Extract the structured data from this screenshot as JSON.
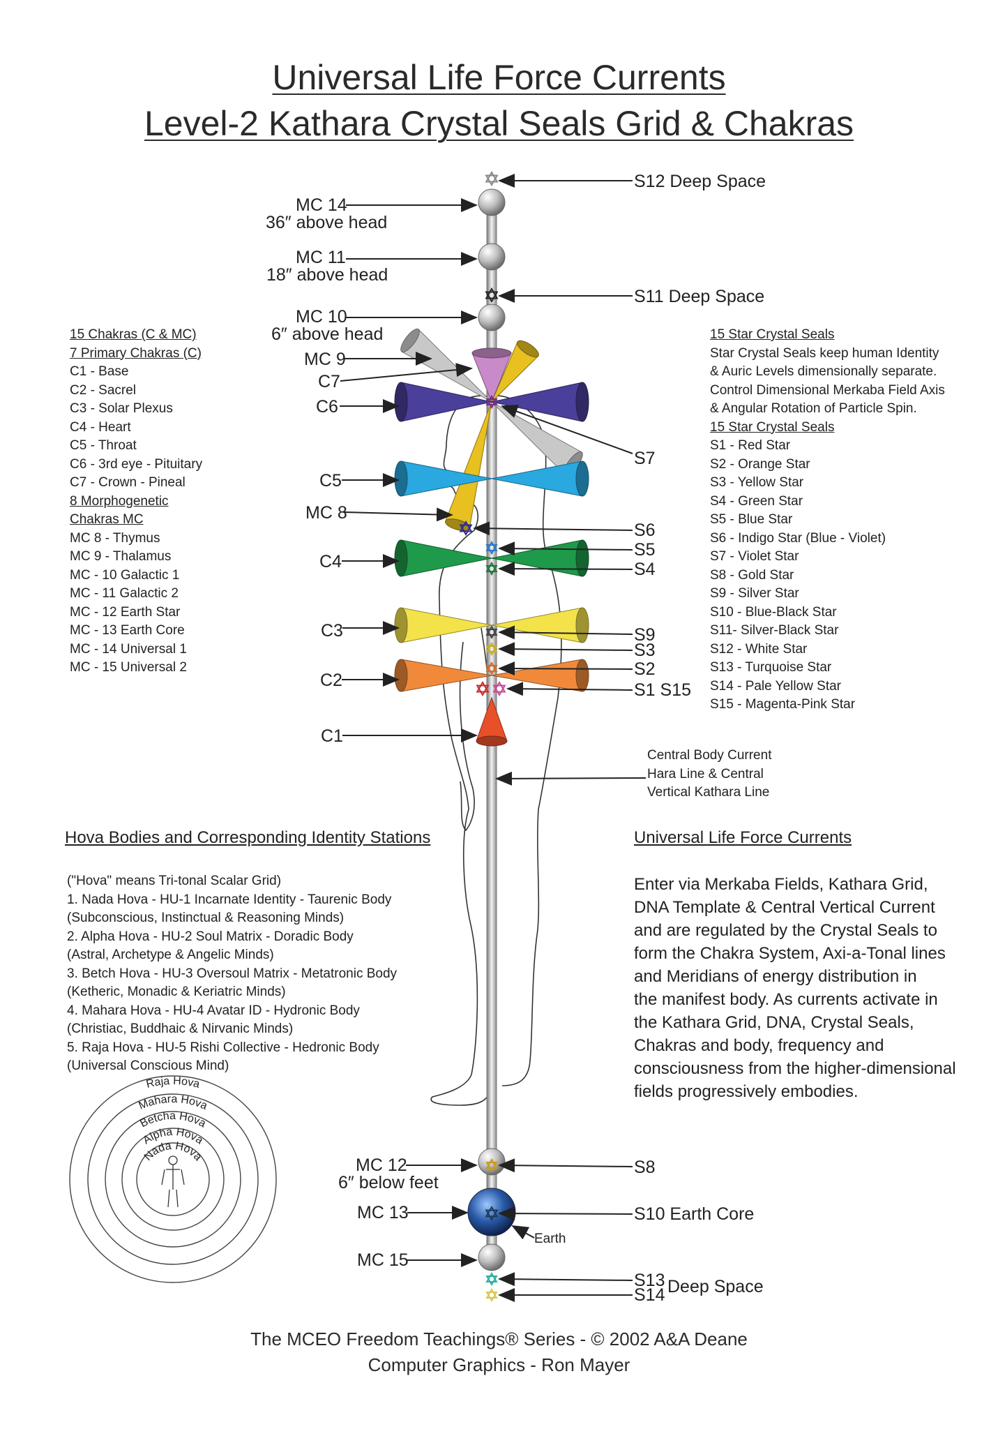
{
  "title_line1": "Universal Life Force Currents",
  "title_line2": "Level-2 Kathara Crystal Seals Grid & Chakras",
  "left_list": {
    "heading1": "15 Chakras (C & MC)",
    "heading2": "7 Primary Chakras (C)",
    "primary": [
      "C1 - Base",
      "C2 - Sacrel",
      "C3 - Solar Plexus",
      "C4 - Heart",
      "C5 - Throat",
      "C6 - 3rd eye - Pituitary",
      "C7 - Crown - Pineal"
    ],
    "heading3a": "8 Morphogenetic",
    "heading3b": "Chakras MC",
    "morpho": [
      "MC 8 - Thymus",
      "MC 9 - Thalamus",
      "MC - 10 Galactic 1",
      "MC - 11 Galactic 2",
      "MC - 12 Earth Star",
      "MC - 13 Earth Core",
      "MC - 14 Universal 1",
      "MC - 15 Universal 2"
    ]
  },
  "right_list": {
    "heading1": "15 Star Crystal Seals",
    "description": [
      "Star Crystal Seals keep human Identity",
      "& Auric Levels dimensionally separate.",
      "Control Dimensional Merkaba Field Axis",
      "& Angular Rotation of Particle Spin."
    ],
    "heading2": "15 Star Crystal Seals",
    "seals": [
      "S1 - Red Star",
      "S2 - Orange Star",
      "S3 - Yellow Star",
      "S4 - Green Star",
      "S5 - Blue Star",
      "S6 - Indigo Star (Blue - Violet)",
      "S7 - Violet Star",
      "S8 - Gold Star",
      "S9 - Silver Star",
      "S10 - Blue-Black Star",
      "S11- Silver-Black Star",
      "S12 - White Star",
      "S13 - Turquoise Star",
      "S14 - Pale Yellow Star",
      "S15 - Magenta-Pink Star"
    ]
  },
  "central_current": [
    "Central Body Current",
    "Hara Line & Central",
    "Vertical Kathara Line"
  ],
  "hova": {
    "heading": "Hova Bodies and Corresponding Identity Stations",
    "lines": [
      "(\"Hova\" means Tri-tonal Scalar Grid)",
      "1.  Nada Hova - HU-1 Incarnate Identity - Taurenic Body",
      "(Subconscious, Instinctual & Reasoning Minds)",
      "2.  Alpha Hova - HU-2 Soul Matrix - Doradic Body",
      "(Astral, Archetype & Angelic Minds)",
      "3.  Betch Hova - HU-3 Oversoul Matrix - Metatronic Body",
      "(Ketheric, Monadic & Keriatric Minds)",
      "4.  Mahara Hova - HU-4 Avatar ID - Hydronic Body",
      "(Christiac, Buddhaic & Nirvanic Minds)",
      "5.  Raja Hova - HU-5 Rishi Collective - Hedronic Body",
      "(Universal Conscious Mind)"
    ],
    "rings": [
      "Raja Hova",
      "Mahara Hova",
      "Betcha Hova",
      "Alpha Hova",
      "Nada Hova"
    ]
  },
  "ulf": {
    "heading": "Universal Life Force Currents",
    "lines": [
      "Enter via Merkaba Fields, Kathara Grid,",
      "DNA Template & Central Vertical Current",
      "and are regulated by the Crystal Seals to",
      "form the Chakra System, Axi-a-Tonal lines",
      "and Meridians of energy distribution in",
      "the manifest body. As currents activate in",
      "the Kathara Grid, DNA, Crystal Seals,",
      "Chakras and body, frequency and",
      "consciousness from the higher-dimensional",
      "fields progressively embodies."
    ]
  },
  "labels_left": {
    "mc14": "MC 14",
    "mc14_sub": "36″ above head",
    "mc11": "MC 11",
    "mc11_sub": "18″ above head",
    "mc10": "MC 10",
    "mc10_sub": "6″ above head",
    "mc9": "MC 9",
    "c7": "C7",
    "c6": "C6",
    "c5": "C5",
    "mc8": "MC 8",
    "c4": "C4",
    "c3": "C3",
    "c2": "C2",
    "c1": "C1",
    "mc12": "MC 12",
    "mc12_sub": "6″ below feet",
    "mc13": "MC 13",
    "mc15": "MC 15"
  },
  "labels_right": {
    "s12": "S12 Deep Space",
    "s11": "S11 Deep Space",
    "s7": "S7",
    "s6": "S6",
    "s5": "S5",
    "s4": "S4",
    "s9": "S9",
    "s3": "S3",
    "s2": "S2",
    "s1s15": "S1 S15",
    "s8": "S8",
    "s10": "S10 Earth Core",
    "earth": "Earth",
    "s13": "S13",
    "s14": "S14",
    "deep_space": "Deep Space"
  },
  "credits": [
    "The MCEO Freedom Teachings®  Series - © 2002 A&A Deane",
    "Computer Graphics - Ron Mayer"
  ],
  "colors": {
    "c1": "#e8502a",
    "c2": "#f08a3a",
    "c3": "#f3e24a",
    "c4": "#1e9a4a",
    "c5": "#2aa8e0",
    "c6": "#4a3f9a",
    "c7": "#c88ac8",
    "mc8": "#e8c020",
    "mc9": "#c8c8c8",
    "sphere": "#bdbdbd"
  }
}
